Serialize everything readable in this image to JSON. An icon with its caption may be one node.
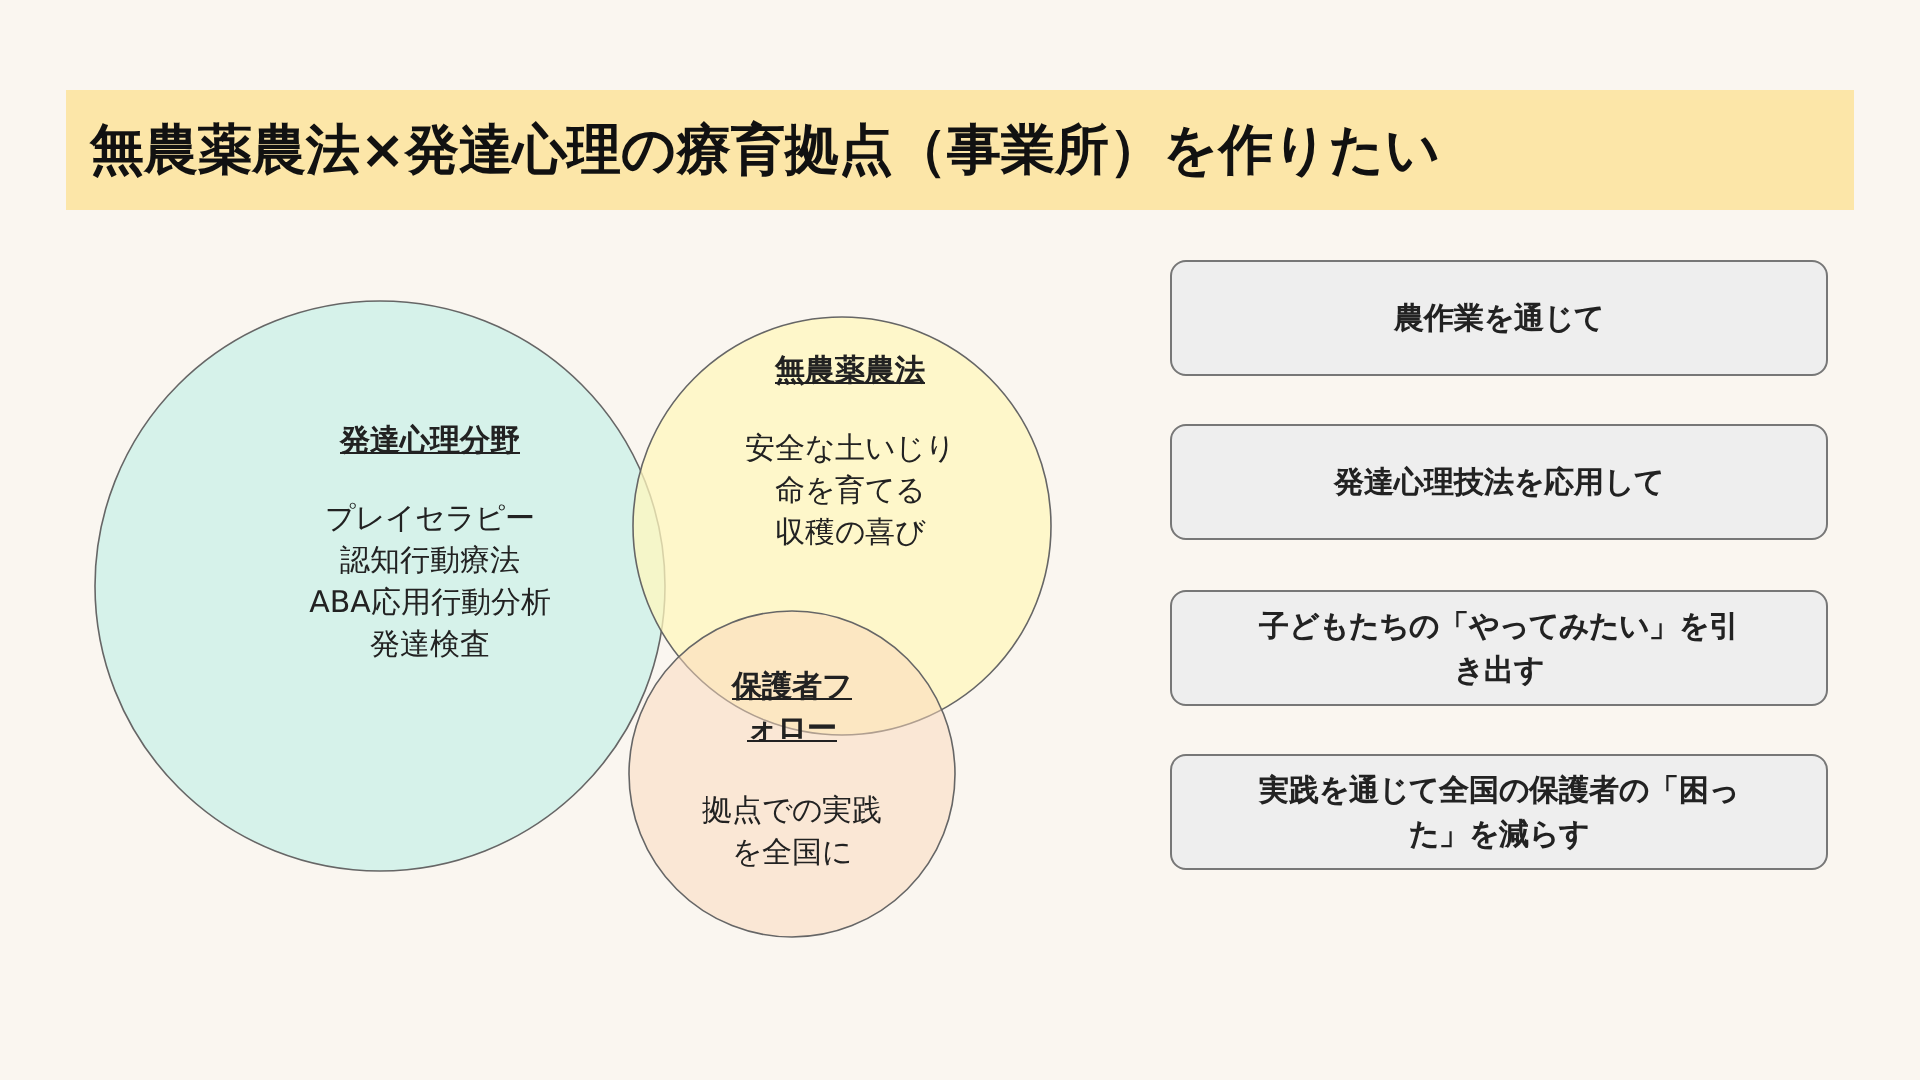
{
  "diagram": {
    "title": "無農薬農法×発達心理の療育拠点（事業所）を作りたい",
    "nodes": [
      {
        "text": [
          "発達心理分野",
          "プレイセラピー",
          "認知行動療法",
          "ABA応用行動分析",
          "発達検査"
        ]
      },
      {
        "text": [
          "無農薬農法",
          "安全な土いじり",
          "命を育てる",
          "収穫の喜び"
        ]
      },
      {
        "text": [
          "保護者フォロー",
          "拠点での実践を全国に"
        ]
      },
      {
        "text": [
          "農作業を通じて"
        ]
      },
      {
        "text": [
          "発達心理技法を応用して"
        ]
      },
      {
        "text": [
          "子どもたちの「やってみたい」を引き出す"
        ]
      },
      {
        "text": [
          "実践を通じて全国の保護者の「困った」を減らす"
        ]
      }
    ],
    "edges": []
  }
}
